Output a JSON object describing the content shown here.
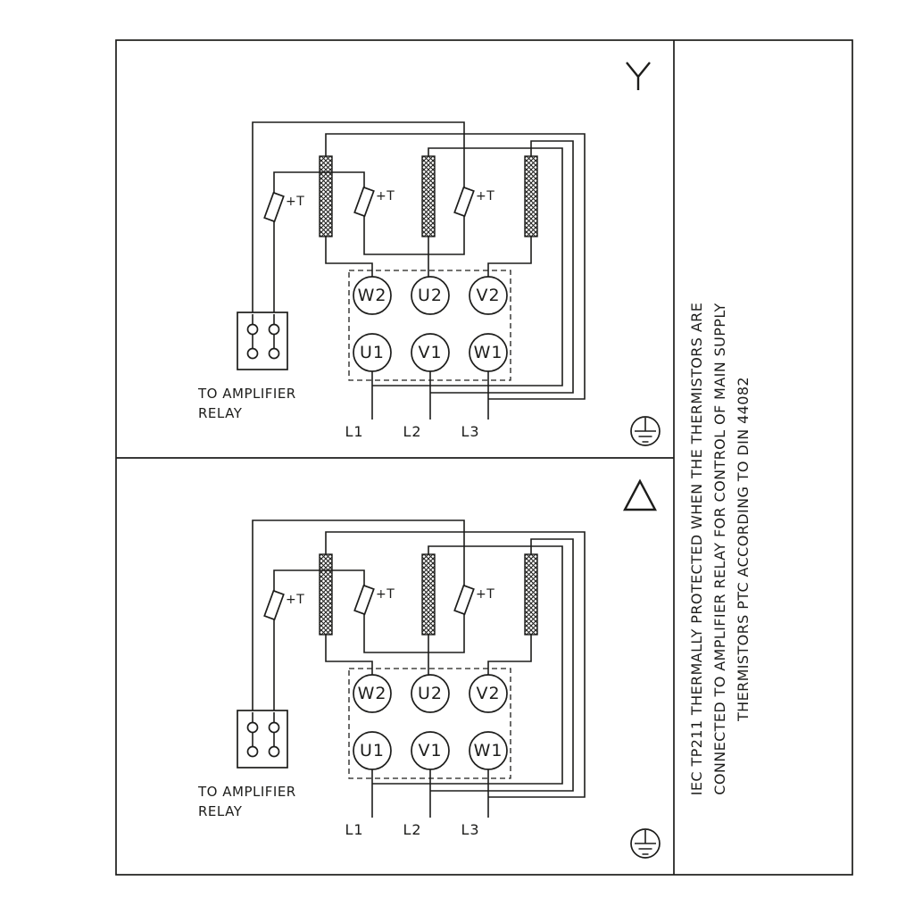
{
  "colors": {
    "line": "#1d1d1b",
    "background": "#ffffff"
  },
  "sidebar_note": {
    "lines": [
      "IEC TP211 THERMALLY PROTECTED WHEN THE THERMISTORS ARE",
      "CONNECTED TO AMPLIFIER RELAY FOR CONTROL OF MAIN SUPPLY",
      "THERMISTORS PTC ACCORDING TO DIN 44082"
    ]
  },
  "panels": [
    {
      "connection": "star",
      "thermistor_labels": [
        "+T",
        "+T",
        "+T"
      ],
      "terminals_top": [
        "W2",
        "U2",
        "V2"
      ],
      "terminals_bottom": [
        "U1",
        "V1",
        "W1"
      ],
      "supply_lines": [
        "L1",
        "L2",
        "L3"
      ],
      "relay_label": [
        "TO AMPLIFIER",
        "RELAY"
      ]
    },
    {
      "connection": "delta",
      "thermistor_labels": [
        "+T",
        "+T",
        "+T"
      ],
      "terminals_top": [
        "W2",
        "U2",
        "V2"
      ],
      "terminals_bottom": [
        "U1",
        "V1",
        "W1"
      ],
      "supply_lines": [
        "L1",
        "L2",
        "L3"
      ],
      "relay_label": [
        "TO AMPLIFIER",
        "RELAY"
      ]
    }
  ]
}
